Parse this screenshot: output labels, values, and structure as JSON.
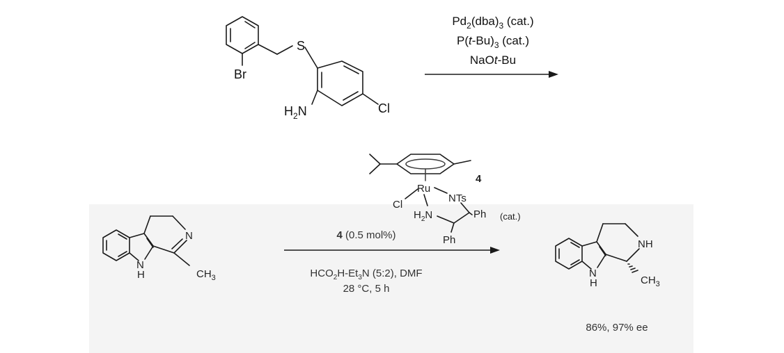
{
  "reaction1": {
    "reagents": {
      "line1": {
        "a": "Pd",
        "b": "2",
        "c": "(dba)",
        "d": "3",
        "e": " (cat.)"
      },
      "line2": {
        "a": "P(",
        "b": "t",
        "c": "-Bu)",
        "d": "3",
        "e": " (cat.)"
      },
      "line3": {
        "a": "NaO",
        "b": "t",
        "c": "-Bu"
      }
    },
    "substrate_atoms": {
      "S": "S",
      "Br": "Br",
      "amine_H": "H",
      "amine_sub": "2",
      "amine_N": "N",
      "Cl": "Cl"
    }
  },
  "reaction2": {
    "catalyst": {
      "number": "4",
      "Ru": "Ru",
      "NTs": "NTs",
      "Cl": "Cl",
      "H2N_H": "H",
      "H2N_sub": "2",
      "H2N_N": "N",
      "Ph1": "Ph",
      "Ph2": "Ph",
      "cat_label": "(cat.)"
    },
    "conditions_above": {
      "ref": "4",
      "amount": " (0.5 mol%)"
    },
    "conditions_below": {
      "line1": {
        "a": "HCO",
        "b": "2",
        "c": "H-Et",
        "d": "3",
        "e": "N (5:2), DMF"
      },
      "line2": "28 °C, 5 h"
    },
    "substrate_atoms": {
      "N": "N",
      "NH_N": "N",
      "NH_H": "H",
      "CH3": "CH",
      "CH3_sub": "3"
    },
    "product_atoms": {
      "NH": "NH",
      "indole_N": "N",
      "indole_H": "H",
      "CH3": "CH",
      "CH3_sub": "3"
    },
    "result": "86%, 97% ee"
  }
}
